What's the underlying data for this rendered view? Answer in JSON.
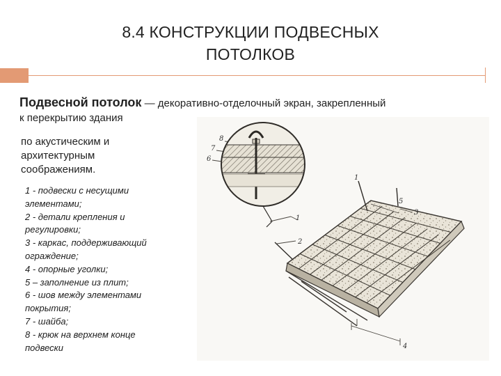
{
  "slide": {
    "title_line1": "8.4 КОНСТРУКЦИИ ПОДВЕСНЫХ",
    "title_line2": "ПОТОЛКОВ",
    "definition_term": "Подвесной потолок",
    "definition_rest": " — декоративно-отделочный экран, закрепленный",
    "definition_line2": "к перекрытию здания",
    "reason": "по акустическим и архитектурным соображениям.",
    "accent_color": "#e39a74"
  },
  "legend": [
    "1 - подвески с несущими",
    "элементами;",
    "2 - детали крепления и",
    "регулировки;",
    "3 - каркас,  поддерживающий",
    "ограждение;",
    "4 - опорные уголки;",
    "5 – заполнение из плит;",
    "6 - шов между элементами",
    "покрытия;",
    "7 - шайба;",
    "8 - крюк на верхнем конце",
    "подвески"
  ],
  "figure": {
    "callouts": [
      "8",
      "7",
      "6",
      "1",
      "2",
      "3",
      "4",
      "5",
      "1"
    ]
  }
}
